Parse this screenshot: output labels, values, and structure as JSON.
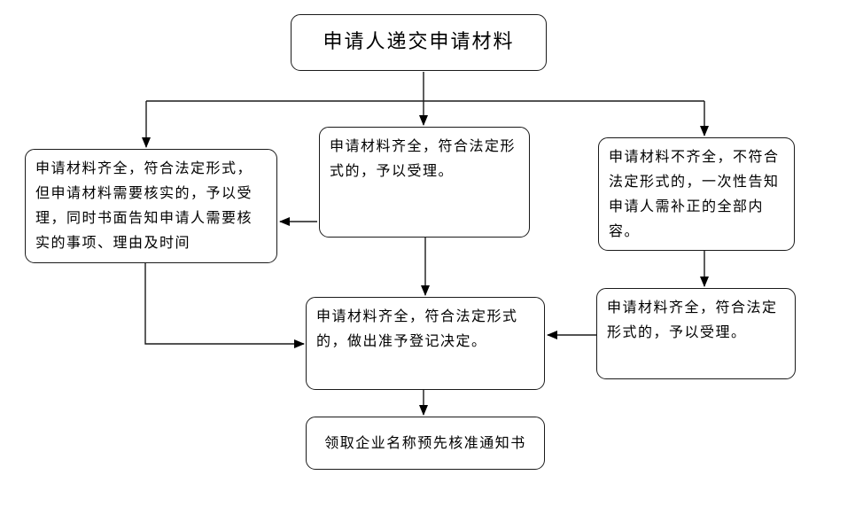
{
  "diagram": {
    "background_color": "#ffffff",
    "line_color": "#000000",
    "box_border_color": "#1a1a1a",
    "text_color": "#000000",
    "nodes": {
      "start": {
        "text": "申请人递交申请材料"
      },
      "verify": {
        "text": "申请材料齐全，符合法定形式，\n但申请材料需要核实的，予以受\n理，同时书面告知申请人需要核\n实的事项、理由及时间"
      },
      "accept": {
        "text": "申请材料齐全，符合法定形\n式的，予以受理。"
      },
      "incomplete": {
        "text": "申请材料不齐全，不符合\n法定形式的，一次性告知\n申请人需补正的全部内\n容。"
      },
      "accept2": {
        "text": "申请材料齐全，符合法定\n形式的，予以受理。"
      },
      "decision": {
        "text": "申请材料齐全，符合法定形式\n的，做出准予登记决定。"
      },
      "finish": {
        "text": "领取企业名称预先核准通知书"
      }
    },
    "edges": [
      {
        "from": "start",
        "to": "verify"
      },
      {
        "from": "start",
        "to": "accept"
      },
      {
        "from": "start",
        "to": "incomplete"
      },
      {
        "from": "accept",
        "to": "verify"
      },
      {
        "from": "accept",
        "to": "decision"
      },
      {
        "from": "verify",
        "to": "decision"
      },
      {
        "from": "incomplete",
        "to": "accept2"
      },
      {
        "from": "accept2",
        "to": "decision"
      },
      {
        "from": "decision",
        "to": "finish"
      }
    ]
  }
}
